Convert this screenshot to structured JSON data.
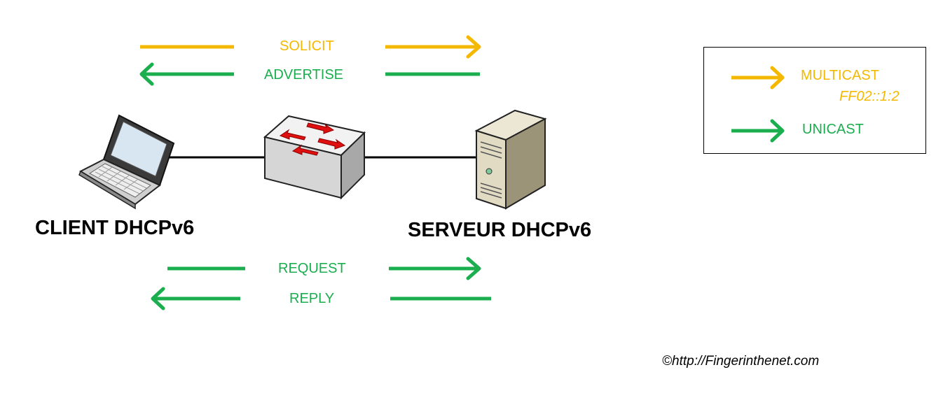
{
  "colors": {
    "multicast": "#F5B800",
    "unicast": "#1BAE4E",
    "arrow_red": "#E01010"
  },
  "messages": {
    "solicit": "SOLICIT",
    "advertise": "ADVERTISE",
    "request": "REQUEST",
    "reply": "REPLY"
  },
  "nodes": {
    "client": "CLIENT DHCPv6",
    "server": "SERVEUR DHCPv6",
    "switch_icon": "network-switch-icon",
    "client_icon": "laptop-icon",
    "server_icon": "tower-server-icon"
  },
  "legend": {
    "multicast": "MULTICAST",
    "multicast_address": "FF02::1:2",
    "unicast": "UNICAST"
  },
  "copyright": "©http://Fingerinthenet.com"
}
